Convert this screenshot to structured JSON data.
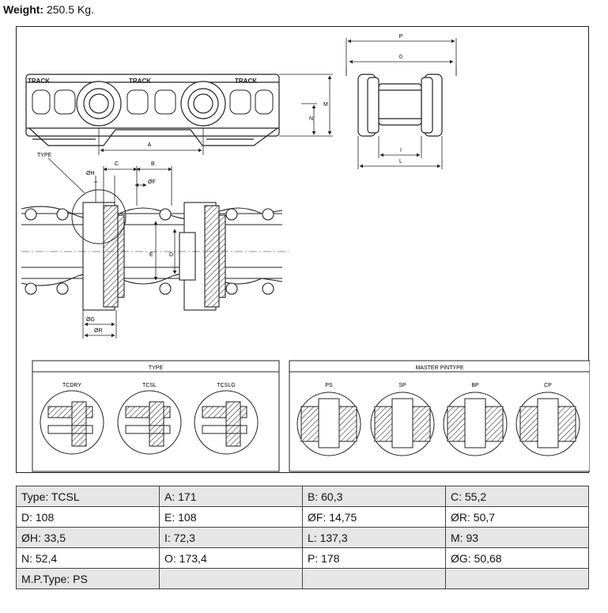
{
  "weight": {
    "label": "Weight:",
    "value": "250.5 Kg."
  },
  "drawing": {
    "brand": "TRACK",
    "dims": {
      "A": "A",
      "B": "B",
      "C": "C",
      "D": "D",
      "E": "E",
      "I": "I",
      "L": "L",
      "M": "M",
      "N": "N",
      "O": "0",
      "P": "P",
      "FH": "ØH",
      "FF": "ØF",
      "FG": "ØG",
      "FR": "ØR"
    },
    "type_callout": "TYPE",
    "type_panel": {
      "title": "TYPE",
      "items": [
        "TCDRY",
        "TCSL",
        "TCSLG"
      ]
    },
    "pin_panel": {
      "title": "MASTER PINTYPE",
      "items": [
        "PS",
        "SP",
        "BP",
        "CP"
      ]
    }
  },
  "specs": [
    [
      "Type: TCSL",
      "A: 171",
      "B: 60,3",
      "C: 55,2"
    ],
    [
      "D: 108",
      "E: 108",
      "ØF: 14,75",
      "ØR: 50,7"
    ],
    [
      "ØH: 33,5",
      "I: 72,3",
      "L: 137,3",
      "M: 93"
    ],
    [
      "N: 52,4",
      "O: 173,4",
      "P: 178",
      "ØG: 50,68"
    ],
    [
      "M.P.Type: PS",
      "",
      "",
      ""
    ]
  ]
}
